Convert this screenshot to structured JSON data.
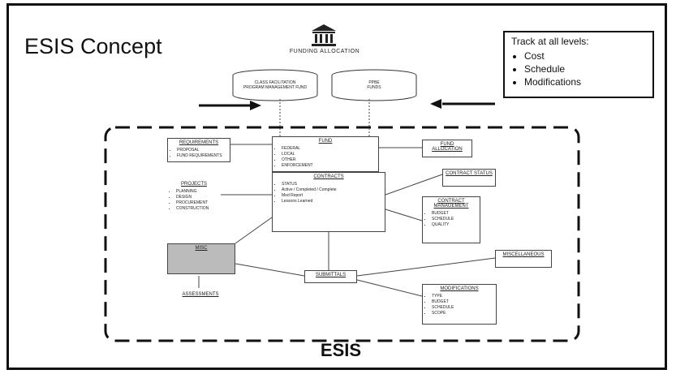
{
  "title": "ESIS Concept",
  "funding": {
    "label": "FUNDING ALLOCATION",
    "icon": "bank-building-icon"
  },
  "track": {
    "heading": "Track at all levels:",
    "items": [
      "Cost",
      "Schedule",
      "Modifications"
    ]
  },
  "boundary_label": "ESIS",
  "cylinders": [
    {
      "line1": "CLASS FACILITATION",
      "line2": "PROGRAM MANAGEMENT FUND"
    },
    {
      "line1": "PPBE",
      "line2": "FUNDS"
    }
  ],
  "boxes": {
    "requirements": {
      "title": "REQUIREMENTS",
      "items": [
        "PROPOSAL",
        "FUND REQUIREMENTS"
      ]
    },
    "fund": {
      "title": "FUND",
      "items": [
        "FEDERAL",
        "LOCAL",
        "OTHER",
        "ENFORCEMENT"
      ]
    },
    "fund_allocation": {
      "title": "FUND ALLOCATION",
      "items": []
    },
    "projects": {
      "title": "PROJECTS",
      "items": [
        "PLANNING",
        "DESIGN",
        "PROCUREMENT",
        "CONSTRUCTION"
      ]
    },
    "contracts": {
      "title": "CONTRACTS",
      "items": [
        "STATUS",
        "Active / Completed / Complete",
        "Mod Report",
        "Lessons Learned"
      ]
    },
    "contract_status": {
      "title": "CONTRACT STATUS",
      "items": []
    },
    "contract_management": {
      "title": "CONTRACT MANAGEMENT",
      "items": [
        "BUDGET",
        "SCHEDULE",
        "QUALITY"
      ]
    },
    "misc": {
      "title": "MISC",
      "items": []
    },
    "submittals": {
      "title": "SUBMITTALS",
      "items": []
    },
    "miscellaneous": {
      "title": "MISCELLANEOUS",
      "items": []
    },
    "modifications": {
      "title": "MODIFICATIONS",
      "items": [
        "TYPE",
        "BUDGET",
        "SCHEDULE",
        "SCOPE"
      ]
    },
    "assessments": {
      "title": "ASSESSMENTS",
      "items": []
    }
  }
}
